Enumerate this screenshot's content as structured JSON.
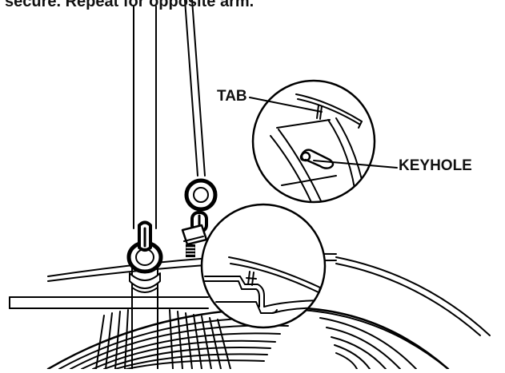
{
  "caption": "secure. Repeat for opposite arm.",
  "labels": {
    "tab": "TAB",
    "keyhole": "KEYHOLE"
  }
}
